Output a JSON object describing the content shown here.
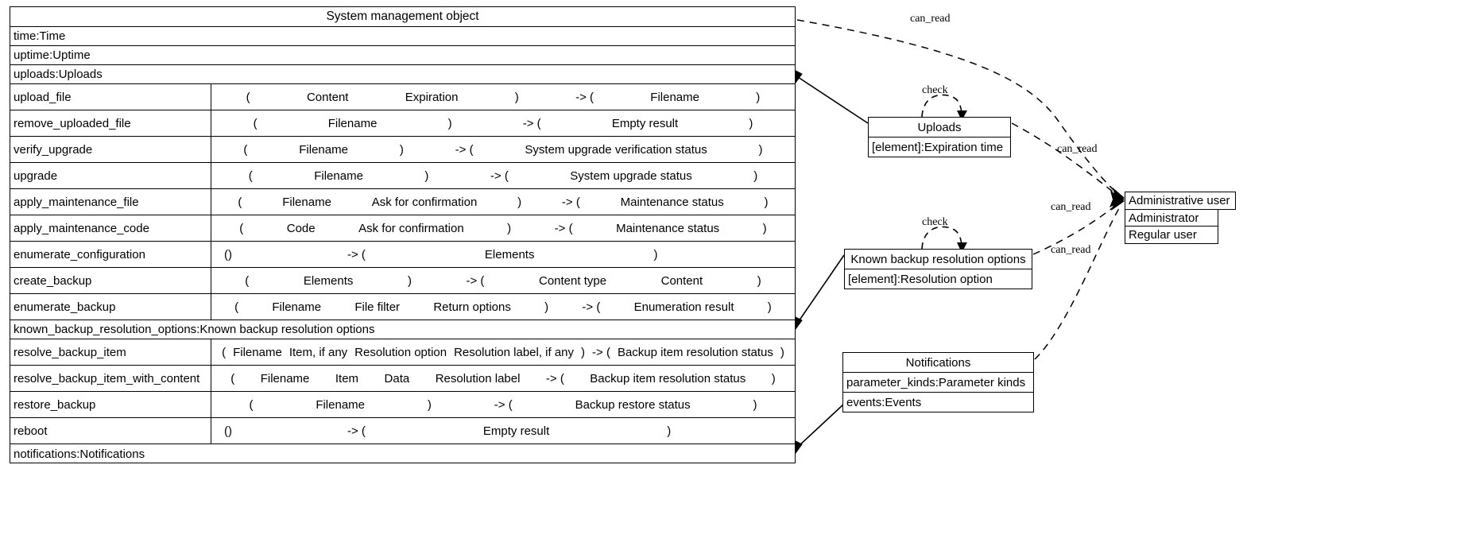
{
  "diagram": {
    "type": "uml-class-diagram",
    "background": "#ffffff",
    "line_color": "#000000"
  },
  "main_class": {
    "title": "System management object",
    "attributes_top": [
      "time:Time",
      "uptime:Uptime",
      "uploads:Uploads"
    ],
    "operations_group_1": [
      {
        "name": "upload_file",
        "params": [
          "(",
          "Content",
          "Expiration",
          ")"
        ],
        "arrow": "-> (",
        "returns": [
          "Filename",
          ")"
        ]
      },
      {
        "name": "remove_uploaded_file",
        "params": [
          "(",
          "Filename",
          ")"
        ],
        "arrow": "-> (",
        "returns": [
          "Empty result",
          ")"
        ]
      },
      {
        "name": "verify_upgrade",
        "params": [
          "(",
          "Filename",
          ")"
        ],
        "arrow": "-> (",
        "returns": [
          "System upgrade verification status",
          ")"
        ]
      },
      {
        "name": "upgrade",
        "params": [
          "(",
          "Filename",
          ")"
        ],
        "arrow": "-> (",
        "returns": [
          "System upgrade status",
          ")"
        ]
      },
      {
        "name": "apply_maintenance_file",
        "params": [
          "(",
          "Filename",
          "Ask for confirmation",
          ")"
        ],
        "arrow": "-> (",
        "returns": [
          "Maintenance status",
          ")"
        ]
      },
      {
        "name": "apply_maintenance_code",
        "params": [
          "(",
          "Code",
          "Ask for confirmation",
          ")"
        ],
        "arrow": "-> (",
        "returns": [
          "Maintenance status",
          ")"
        ]
      },
      {
        "name": "enumerate_configuration",
        "params": [
          "()"
        ],
        "arrow": "-> (",
        "returns": [
          "Elements",
          ")"
        ]
      },
      {
        "name": "create_backup",
        "params": [
          "(",
          "Elements",
          ")"
        ],
        "arrow": "-> (",
        "returns": [
          "Content type",
          "Content",
          ")"
        ]
      },
      {
        "name": "enumerate_backup",
        "params": [
          "(",
          "Filename",
          "File filter",
          "Return options",
          ")"
        ],
        "arrow": "-> (",
        "returns": [
          "Enumeration result",
          ")"
        ]
      }
    ],
    "attribute_middle": "known_backup_resolution_options:Known backup resolution options",
    "operations_group_2": [
      {
        "name": "resolve_backup_item",
        "params": [
          "(",
          "Filename",
          "Item, if any",
          "Resolution option",
          "Resolution label, if any",
          ")"
        ],
        "arrow": "-> (",
        "returns": [
          "Backup item resolution status",
          ")"
        ]
      },
      {
        "name": "resolve_backup_item_with_content",
        "params": [
          "(",
          "Filename",
          "Item",
          "Data",
          "Resolution label",
          ")"
        ],
        "arrow": "-> (",
        "returns": [
          "Backup item resolution status",
          ")"
        ]
      },
      {
        "name": "restore_backup",
        "params": [
          "(",
          "Filename",
          ")"
        ],
        "arrow": "-> (",
        "returns": [
          "Backup restore status",
          ")"
        ]
      },
      {
        "name": "reboot",
        "params": [
          "()"
        ],
        "arrow": "-> (",
        "returns": [
          "Empty result",
          ")"
        ]
      }
    ],
    "attribute_bottom": "notifications:Notifications"
  },
  "side_classes": {
    "uploads": {
      "title": "Uploads",
      "attributes": [
        "[element]:Expiration time"
      ]
    },
    "known_backup_resolution_options": {
      "title": "Known backup resolution options",
      "attributes": [
        "[element]:Resolution option"
      ]
    },
    "notifications": {
      "title": "Notifications",
      "attributes": [
        "parameter_kinds:Parameter kinds",
        "events:Events"
      ]
    }
  },
  "actor_class": {
    "title": "Administrative user",
    "rows": [
      "Administrator",
      "Regular user"
    ]
  },
  "edge_labels": {
    "can_read_1": "can_read",
    "can_read_2": "can_read",
    "can_read_3": "can_read",
    "can_read_4": "can_read",
    "check_uploads": "check",
    "check_kbro": "check"
  }
}
